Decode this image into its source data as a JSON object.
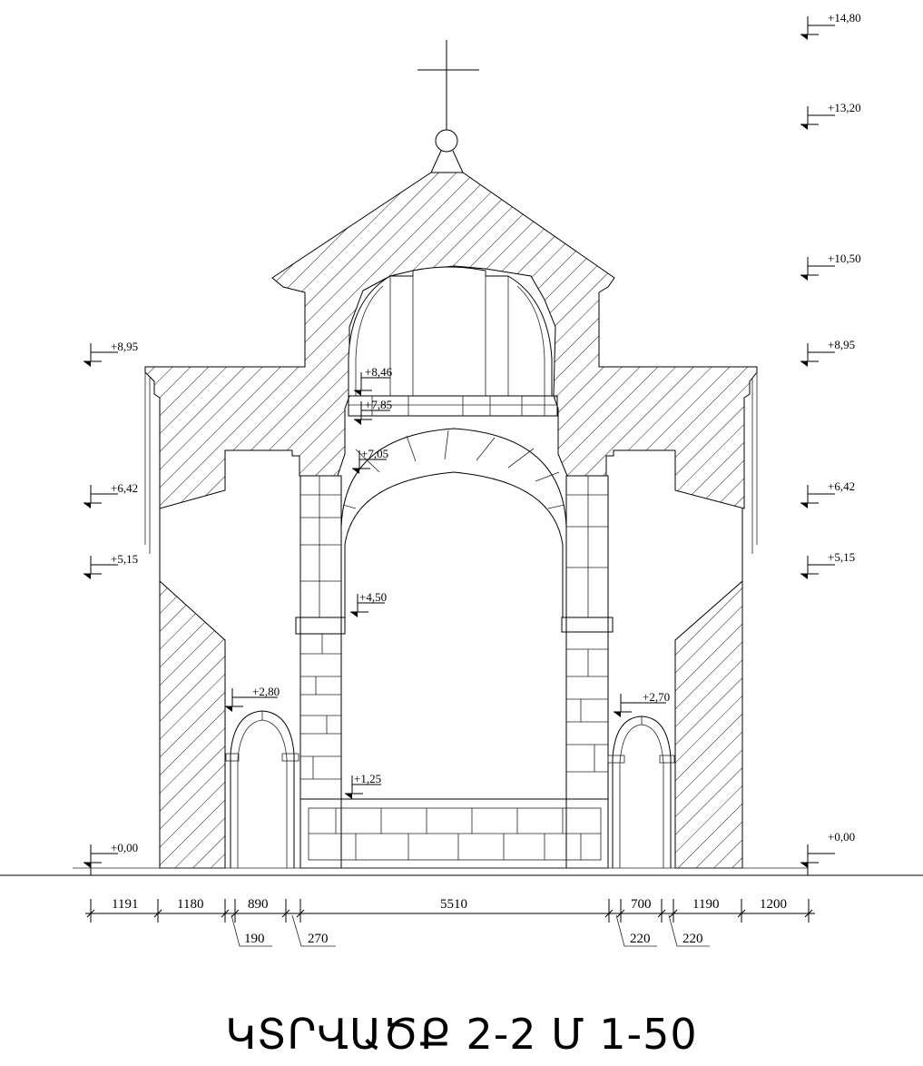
{
  "title": "ԿՏՐՎԱԾՔ 2-2 Մ 1-50",
  "elevation_marks": {
    "left": [
      {
        "label": "+8,95"
      },
      {
        "label": "+6,42"
      },
      {
        "label": "+5,15"
      },
      {
        "label": "+0,00"
      }
    ],
    "right": [
      {
        "label": "+14,80"
      },
      {
        "label": "+13,20"
      },
      {
        "label": "+10,50"
      },
      {
        "label": "+8,95"
      },
      {
        "label": "+6,42"
      },
      {
        "label": "+5,15"
      },
      {
        "label": "+0,00"
      }
    ],
    "interior": [
      {
        "label": "+8,46"
      },
      {
        "label": "+7,85"
      },
      {
        "label": "+7,05"
      },
      {
        "label": "+4,50"
      },
      {
        "label": "+2,80"
      },
      {
        "label": "+2,70"
      },
      {
        "label": "+1,25"
      }
    ]
  },
  "dimensions": {
    "main_chain": [
      "1191",
      "1180",
      "890",
      "5510",
      "700",
      "1190",
      "1200"
    ],
    "leaders": [
      "190",
      "270",
      "220",
      "220"
    ]
  }
}
